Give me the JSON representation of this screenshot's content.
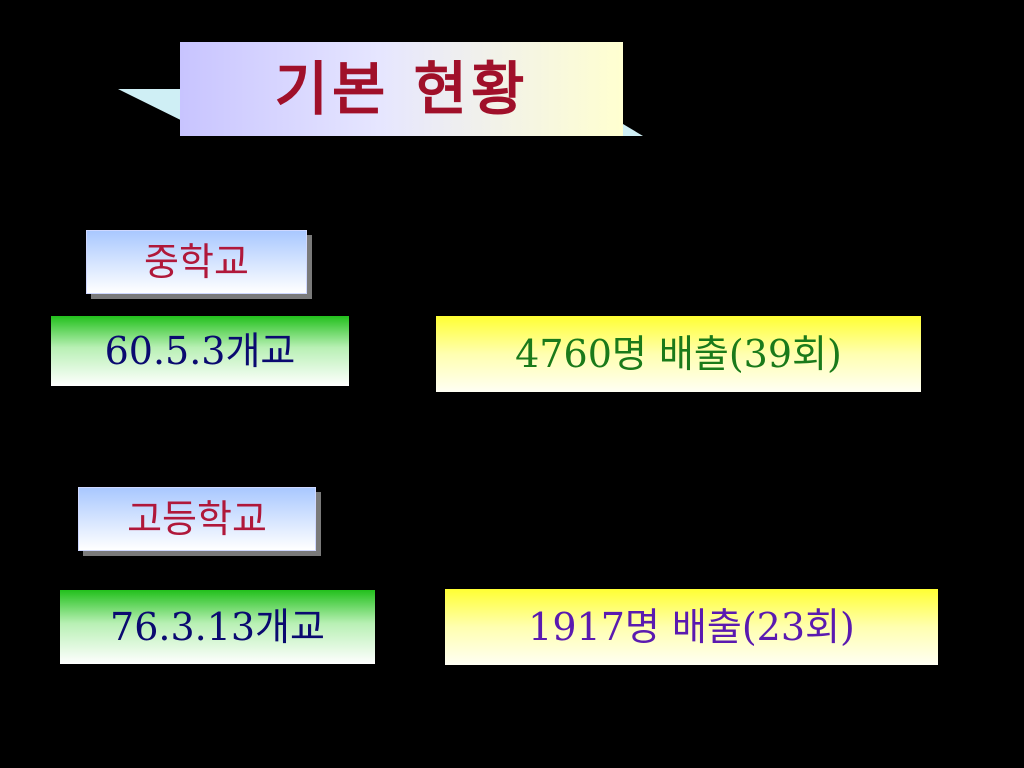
{
  "title": "기본 현황",
  "colors": {
    "background": "#000000",
    "title_text": "#a0102a",
    "label_text": "#b0183a",
    "count_text": "#0a0a70",
    "grad_middle_text": "#1a7a1a",
    "grad_high_text": "#5a1ab0",
    "ribbon": "#cfeff5"
  },
  "sections": {
    "middle_school": {
      "label": "중학교",
      "count": "60.5.3개교",
      "graduates": "4760명 배출(39회)"
    },
    "high_school": {
      "label": "고등학교",
      "count": "76.3.13개교",
      "graduates": "1917명 배출(23회)"
    }
  }
}
